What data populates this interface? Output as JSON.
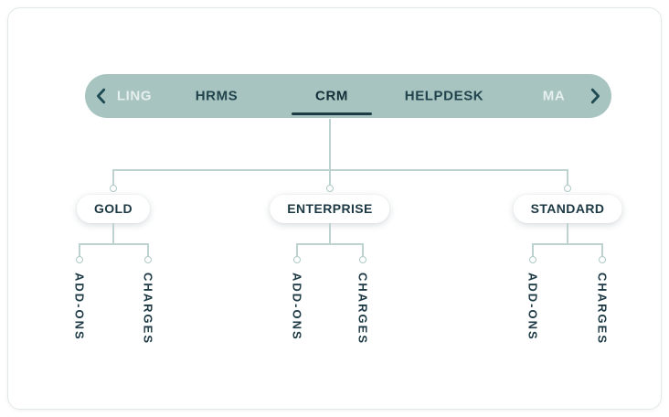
{
  "tabbar": {
    "left_scroll": "chevron-left",
    "right_scroll": "chevron-right",
    "items": [
      {
        "label": "LING",
        "state": "faded-left"
      },
      {
        "label": "HRMS",
        "state": "normal"
      },
      {
        "label": "CRM",
        "state": "active"
      },
      {
        "label": "HELPDESK",
        "state": "normal"
      },
      {
        "label": "MA",
        "state": "faded-right"
      }
    ],
    "active_tab": "CRM"
  },
  "tree": {
    "root_tab": "CRM",
    "plans": [
      {
        "label": "GOLD",
        "children": [
          "ADD-ONS",
          "CHARGES"
        ]
      },
      {
        "label": "ENTERPRISE",
        "children": [
          "ADD-ONS",
          "CHARGES"
        ]
      },
      {
        "label": "STANDARD",
        "children": [
          "ADD-ONS",
          "CHARGES"
        ]
      }
    ]
  },
  "colors": {
    "tabbar_background": "#a7c4c1",
    "tab_text": "#20434c",
    "active_tab_text": "#122f38",
    "active_underline": "#1d3b45",
    "faded_tab_text": "#dcebe9",
    "connector_line": "#bed3d0",
    "node_text": "#1d3944",
    "node_background": "#ffffff",
    "card_border": "#e3e8e9",
    "chevron": "#1d4a52"
  }
}
